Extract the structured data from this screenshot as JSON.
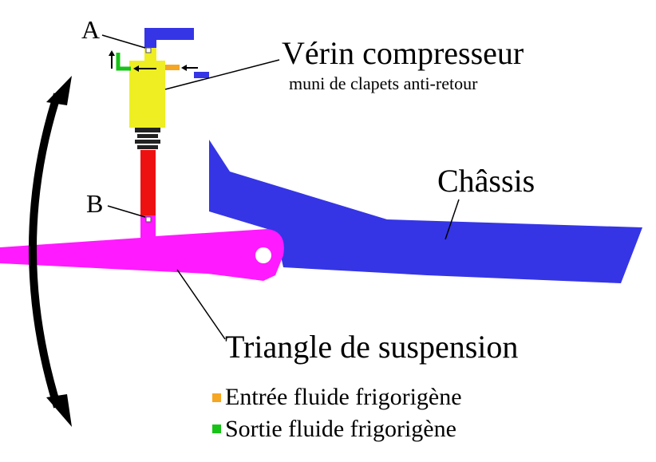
{
  "labels": {
    "point_a": "A",
    "point_b": "B",
    "cylinder_title": "Vérin compresseur",
    "cylinder_subtitle": "muni de clapets anti-retour",
    "chassis": "Châssis",
    "suspension_arm": "Triangle de suspension"
  },
  "legend": [
    {
      "text": "Entrée fluide frigorigène",
      "color": "#f5a623"
    },
    {
      "text": "Sortie fluide frigorigène",
      "color": "#17c317"
    }
  ],
  "colors": {
    "chassis": "#3535e6",
    "suspension_arm": "#ff1aff",
    "cylinder_body": "#eeee22",
    "piston_rod": "#ee1111",
    "spring": "#222222",
    "motion_arrow": "#000000"
  }
}
